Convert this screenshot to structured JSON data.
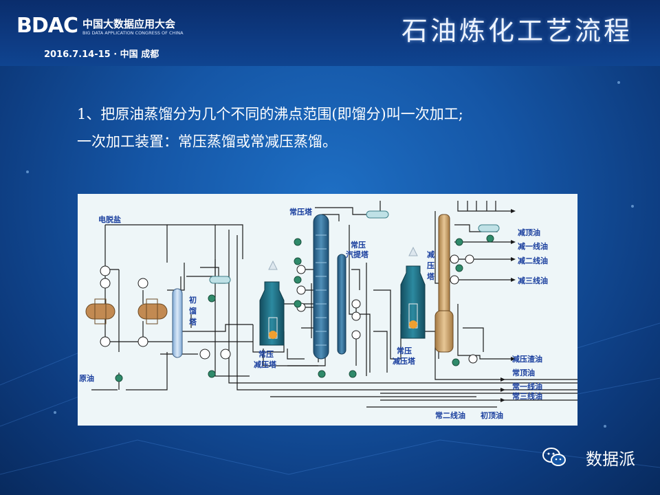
{
  "header": {
    "logo_mark": "BDAC",
    "logo_cn": "中国大数据应用大会",
    "logo_en": "BIG DATA APPLICATION CONGRESS OF CHINA",
    "date_location": "2016.7.14-15 · 中国  成都",
    "slide_title": "石油炼化工艺流程"
  },
  "body": {
    "line1": "1、把原油蒸馏分为几个不同的沸点范围(即馏分)叫一次加工;",
    "line2": "一次加工装置：常压蒸馏或常减压蒸馏。"
  },
  "diagram": {
    "labels": {
      "desalting": "电脱盐",
      "crude": "原油",
      "initial_tower": "初馏塔",
      "atm_vac_furnace_1": "常压减压塔",
      "atm_tower": "常压塔",
      "atm_stripper": "常压汽提塔",
      "atm_vac_furnace_2": "常压减压塔",
      "vac_tower": "减压塔"
    },
    "outputs_right": [
      "减顶油",
      "减一线油",
      "减二线油",
      "减三线油"
    ],
    "outputs_bottom_right": [
      "减压渣油",
      "常顶油",
      "常一线油",
      "常三线油"
    ],
    "outputs_bottom": [
      "常二线油",
      "初顶油"
    ],
    "colors": {
      "pipe": "#1a1a1a",
      "tower": "#2f6f9a",
      "furnace": "#1f6c80",
      "label": "#1a3f9e",
      "pump": "#2f8a6a"
    }
  },
  "footer": {
    "brand": "数据派",
    "icon": "wechat-icon"
  }
}
